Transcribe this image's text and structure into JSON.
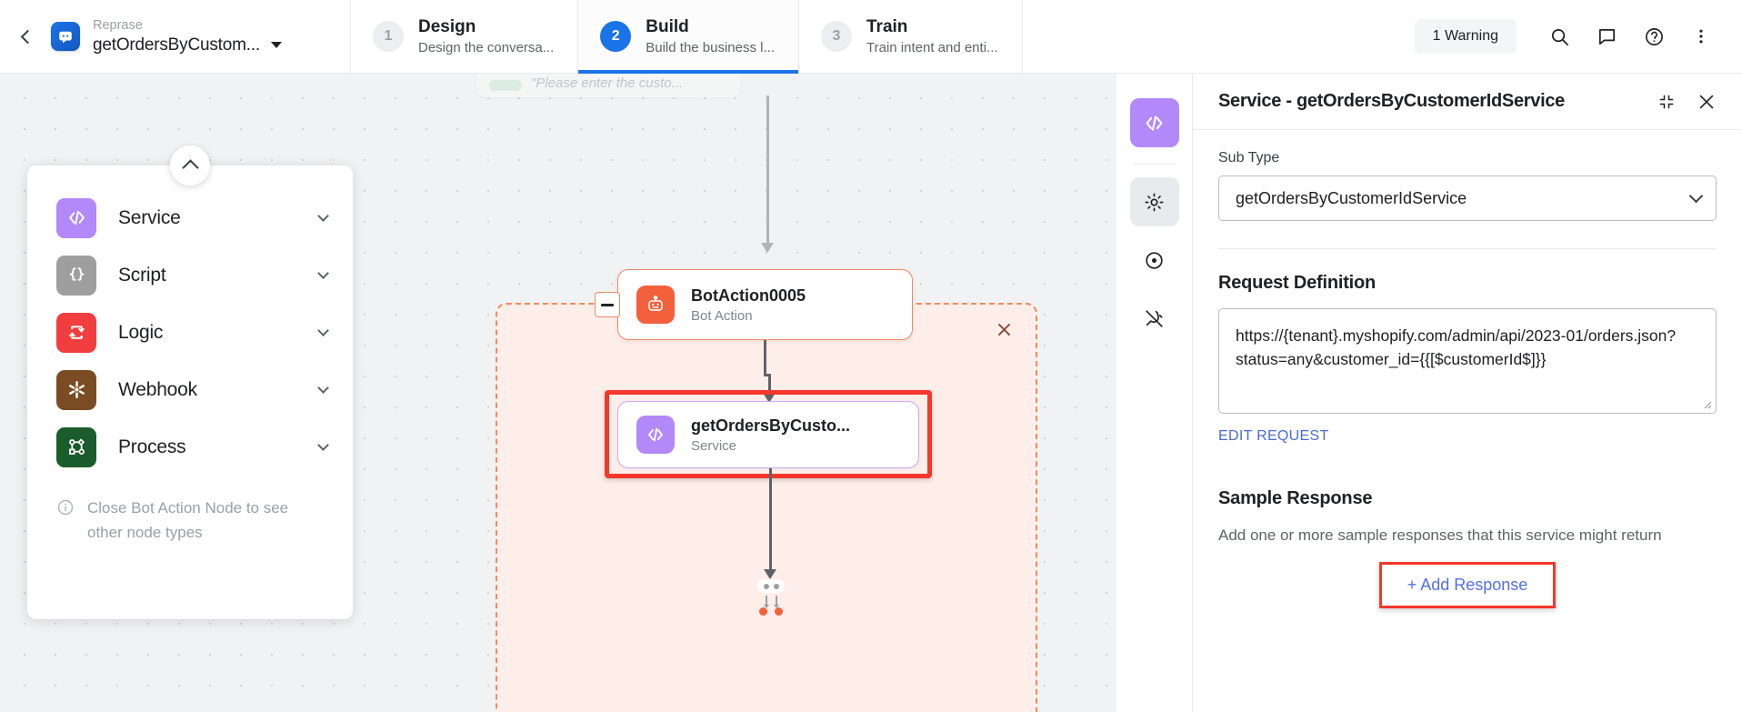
{
  "topbar": {
    "back_icon": "chevron-left-icon",
    "brand": {
      "logo_icon": "chat-bot-logo-icon",
      "product": "Reprase",
      "project": "getOrdersByCustom...",
      "dropdown_icon": "caret-down-icon"
    },
    "steps": [
      {
        "num": "1",
        "title": "Design",
        "desc": "Design the conversa...",
        "active": false
      },
      {
        "num": "2",
        "title": "Build",
        "desc": "Build the business l...",
        "active": true
      },
      {
        "num": "3",
        "title": "Train",
        "desc": "Train intent and enti...",
        "active": false
      }
    ],
    "warning_label": "1 Warning",
    "actions": [
      {
        "name": "search-icon"
      },
      {
        "name": "comment-icon"
      },
      {
        "name": "help-icon"
      },
      {
        "name": "more-vertical-icon"
      }
    ],
    "accent_color": "#1a73e8"
  },
  "palette": {
    "collapse_icon": "chevron-up-icon",
    "items": [
      {
        "label": "Service",
        "icon": "code-brackets-icon",
        "color": "#b388f9"
      },
      {
        "label": "Script",
        "icon": "curly-braces-icon",
        "color": "#9e9e9e"
      },
      {
        "label": "Logic",
        "icon": "branch-loop-icon",
        "color": "#f03e3e"
      },
      {
        "label": "Webhook",
        "icon": "asterisk-hook-icon",
        "color": "#7b4b23"
      },
      {
        "label": "Process",
        "icon": "process-graph-icon",
        "color": "#1a5c2b"
      }
    ],
    "note_icon": "info-icon",
    "note": "Close Bot Action Node to see other node types"
  },
  "canvas": {
    "ghost_node_text": "\"Please enter the custo...",
    "group": {
      "close_icon": "close-icon",
      "border_color": "#f08a62",
      "fill_color": "#fdeee9"
    },
    "nodes": [
      {
        "title": "BotAction0005",
        "subtitle": "Bot Action",
        "icon": "robot-icon",
        "icon_color": "#f4603c",
        "collapse_icon": "minus-icon",
        "selected": false
      },
      {
        "title": "getOrdersByCusto...",
        "subtitle": "Service",
        "icon": "code-brackets-icon",
        "icon_color": "#b388f9",
        "selected": true,
        "highlight_color": "#f4372c"
      }
    ],
    "end_marker": "flow-end-marker"
  },
  "rail": {
    "items": [
      {
        "name": "code-brackets-icon",
        "active": true
      },
      {
        "name": "gear-icon",
        "active": false,
        "selected": true
      },
      {
        "name": "target-circle-icon",
        "active": false
      },
      {
        "name": "plug-disconnected-icon",
        "active": false
      }
    ]
  },
  "panel": {
    "title": "Service - getOrdersByCustomerIdService",
    "collapse_icon": "collapse-arrows-icon",
    "close_icon": "close-icon",
    "sub_type": {
      "label": "Sub Type",
      "value": "getOrdersByCustomerIdService",
      "chevron_icon": "chevron-down-icon"
    },
    "request_definition": {
      "heading": "Request Definition",
      "url": "https://{tenant}.myshopify.com/admin/api/2023-01/orders.json?status=any&customer_id={{[$customerId$]}}",
      "edit_link": "EDIT REQUEST"
    },
    "sample_response": {
      "heading": "Sample Response",
      "description": "Add one or more sample responses that this service might return",
      "add_label": "+ Add Response",
      "highlight_color": "#f4372c"
    }
  }
}
